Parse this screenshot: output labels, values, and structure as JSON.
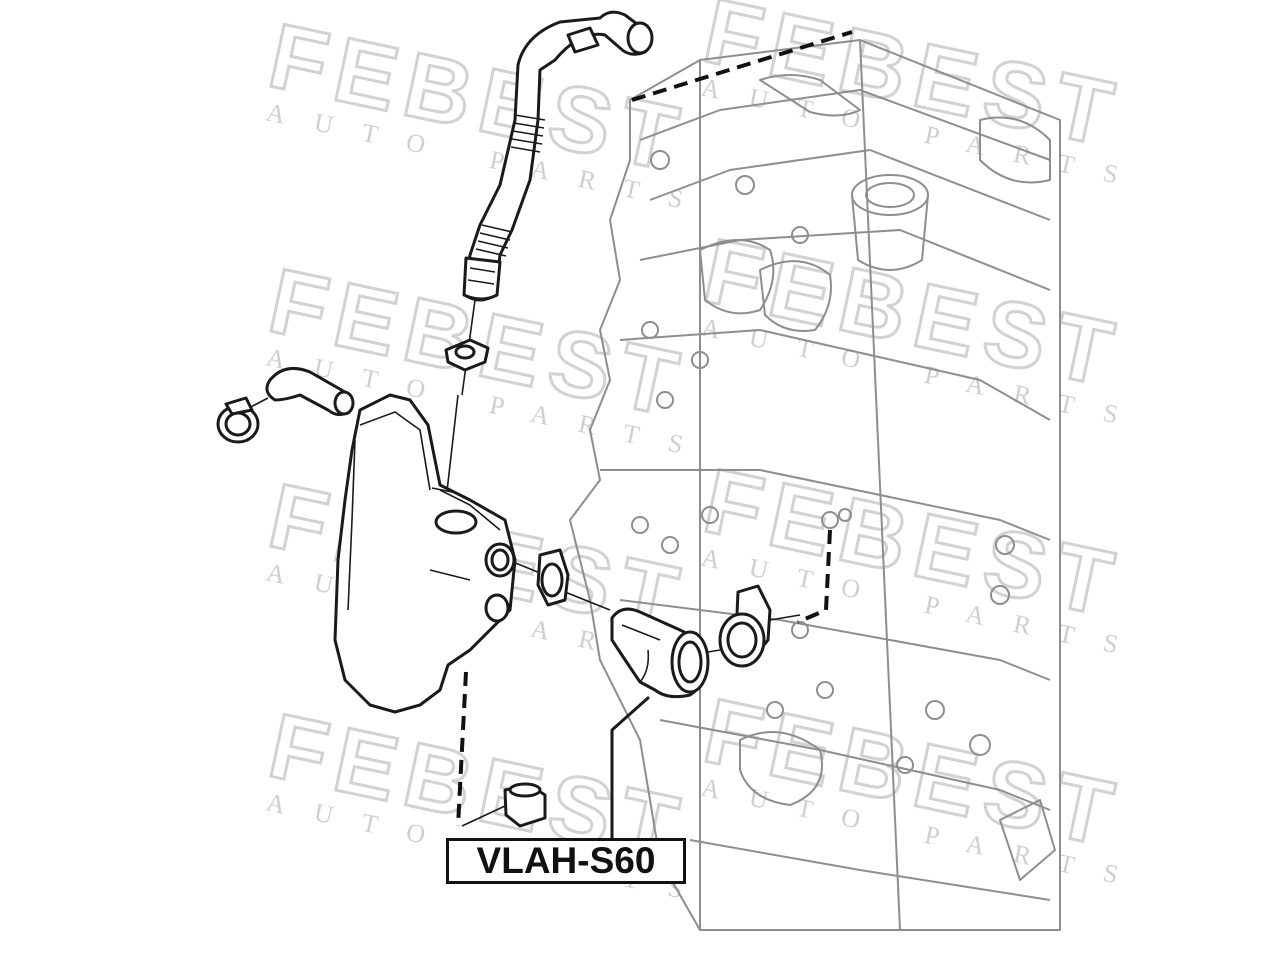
{
  "part_label": "VLAH-S60",
  "watermark": {
    "brand": "FEBEST",
    "subtitle": "AUTO PARTS"
  },
  "colors": {
    "line": "#1a1a1a",
    "engine_line": "#8e8e8e",
    "watermark": "#d2d2d2",
    "background": "#ffffff"
  }
}
